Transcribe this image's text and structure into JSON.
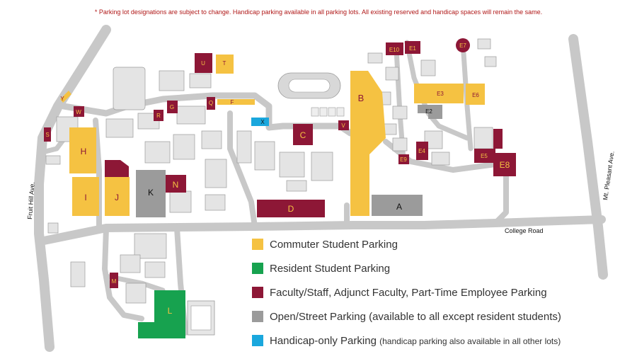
{
  "note": "* Parking lot designations are subject to change.  Handicap parking available in all parking lots.  All existing reserved and handicap spaces will remain the same.",
  "colors": {
    "commuter": "#f5c242",
    "resident": "#17a24f",
    "faculty": "#8d1736",
    "open": "#9b9b9b",
    "handicap": "#1aa7dd",
    "road": "#c8c8c8",
    "building": "#e4e4e4"
  },
  "roads": {
    "fruit_hill": "Fruit Hill Ave.",
    "college": "College Road",
    "mt_pleasant": "Mt. Pleasant Ave."
  },
  "lots": {
    "A": "A",
    "B": "B",
    "C": "C",
    "D": "D",
    "E1": "E1",
    "E2": "E2",
    "E3": "E3",
    "E4": "E4",
    "E5": "E5",
    "E6": "E6",
    "E7": "E7",
    "E8": "E8",
    "E9": "E9",
    "E10": "E10",
    "F": "F",
    "G": "G",
    "H": "H",
    "I": "I",
    "J": "J",
    "K": "K",
    "L": "L",
    "M": "M",
    "N": "N",
    "Q": "Q",
    "R": "R",
    "S": "S",
    "T": "T",
    "U": "U",
    "V": "V",
    "W": "W",
    "X": "X",
    "Y": "Y"
  },
  "legend": {
    "commuter": "Commuter Student Parking",
    "resident": "Resident Student Parking",
    "faculty": "Faculty/Staff, Adjunct Faculty, Part-Time Employee Parking",
    "open": "Open/Street Parking (available to all except resident students)",
    "handicap": "Handicap-only Parking",
    "handicap_note": "(handicap parking also available in all other lots)"
  }
}
